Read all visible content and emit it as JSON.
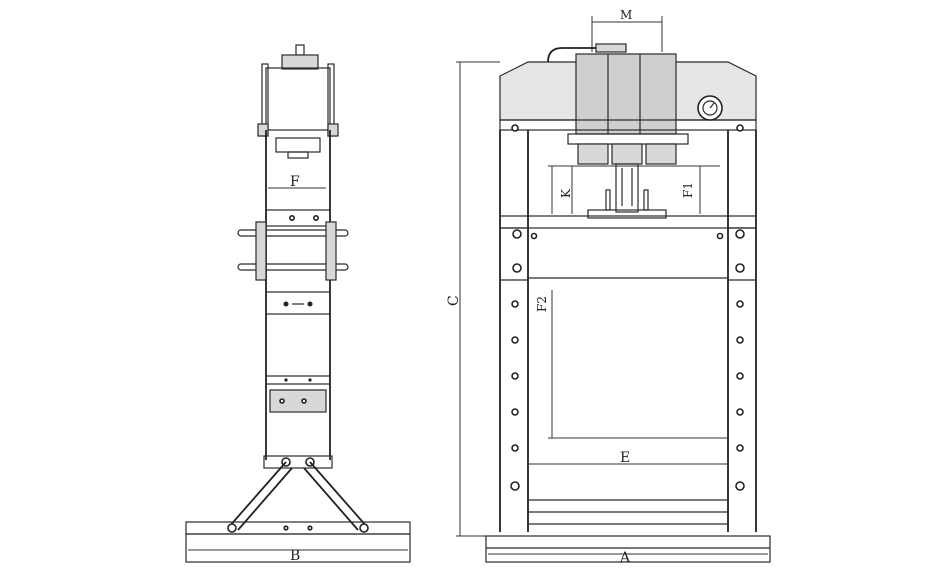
{
  "labels": {
    "side_width_top": "F",
    "side_base_width": "B",
    "front_height": "C",
    "front_base_width": "A",
    "front_inner_width": "E",
    "front_cylinder_width": "M",
    "stroke_k": "K",
    "daylight_f1": "F1",
    "daylight_f2": "F2"
  }
}
